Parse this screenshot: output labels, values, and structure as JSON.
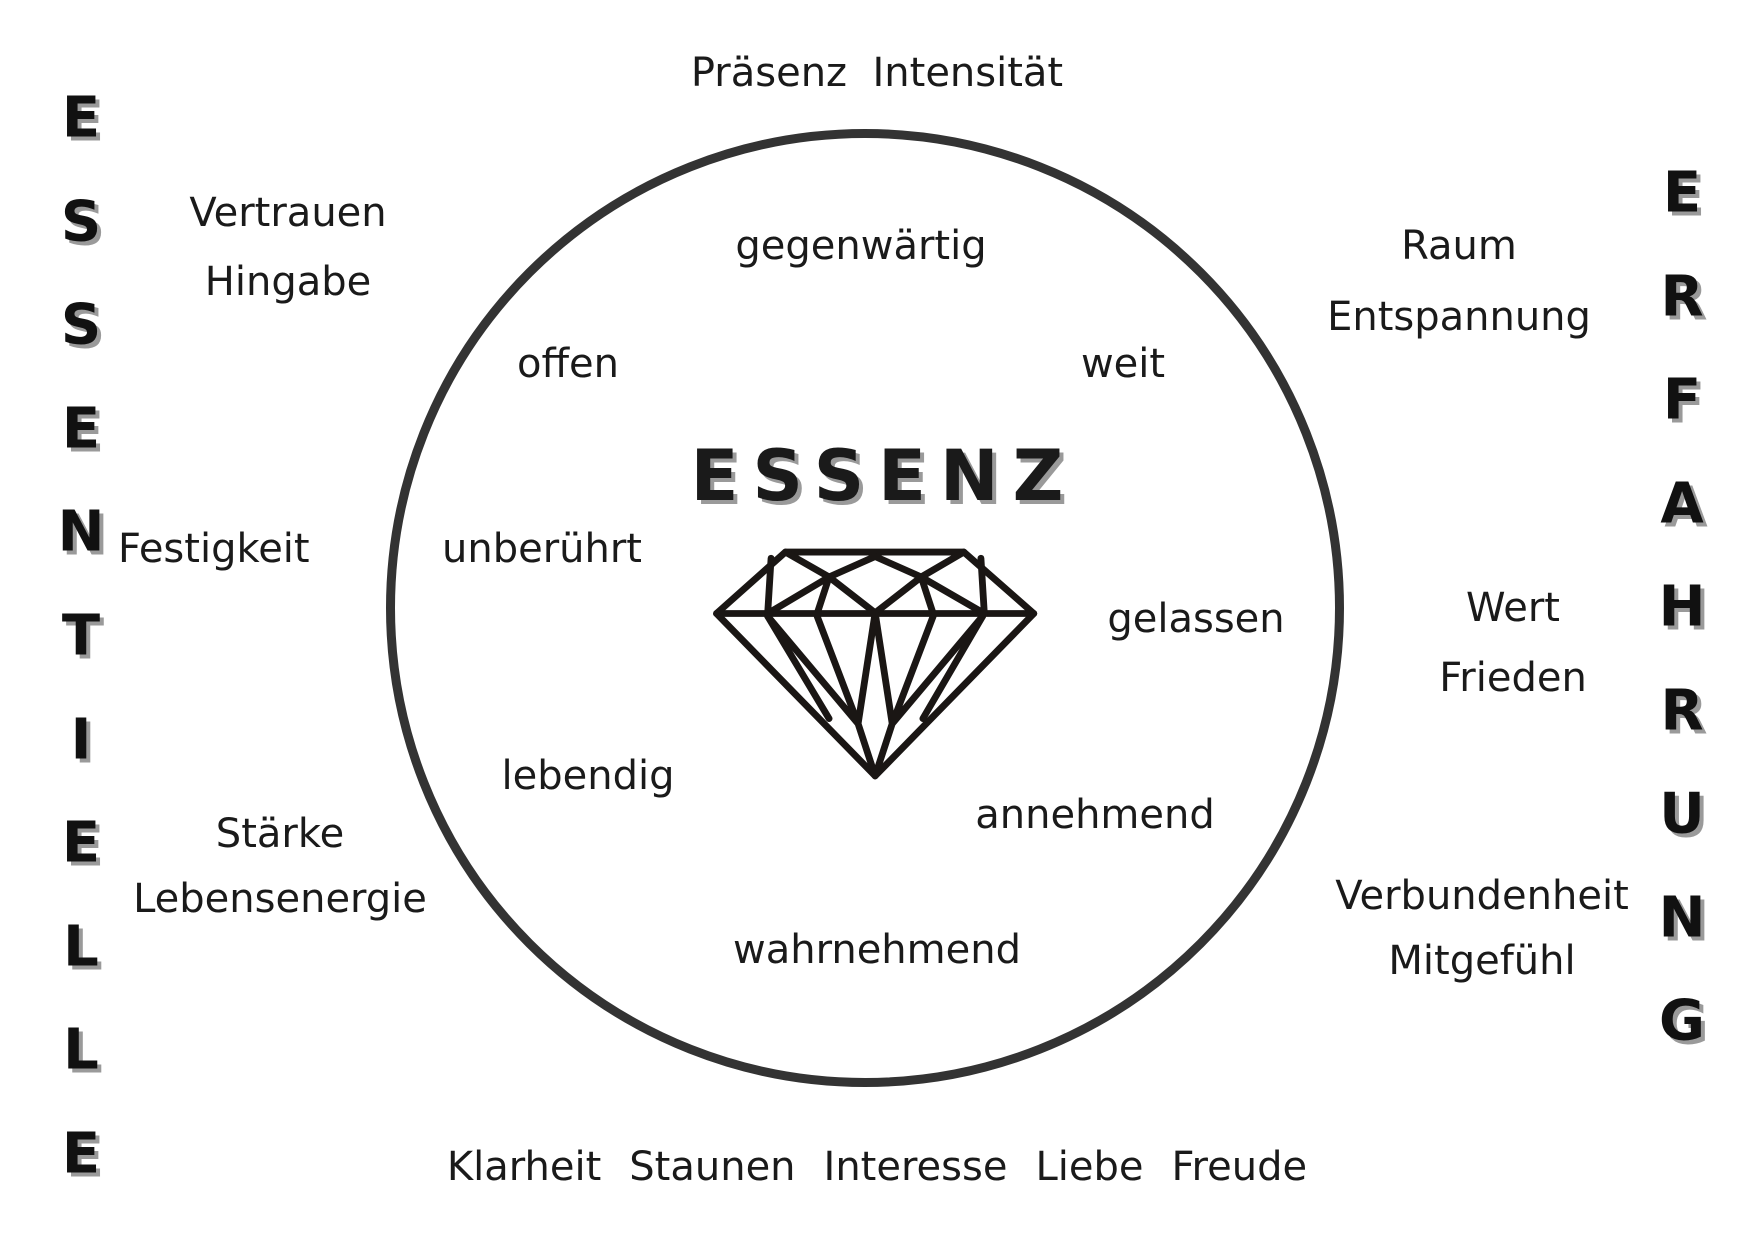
{
  "top_words": [
    "Präsenz",
    "Intensität"
  ],
  "bottom_words": [
    "Klarheit",
    "Staunen",
    "Interesse",
    "Liebe",
    "Freude"
  ],
  "center_title": "ESSENZ",
  "vertical_left": "ESSENTIELLE",
  "vertical_right": "ERFAHRUNG",
  "inner_words": {
    "gegenwaertig": "gegenwärtig",
    "offen": "offen",
    "weit": "weit",
    "unberuehrt": "unberührt",
    "gelassen": "gelassen",
    "lebendig": "lebendig",
    "annehmend": "annehmend",
    "wahrnehmend": "wahrnehmend"
  },
  "outer_words": {
    "vertrauen": "Vertrauen",
    "hingabe": "Hingabe",
    "festigkeit": "Festigkeit",
    "staerke": "Stärke",
    "lebensenergie": "Lebensenergie",
    "raum": "Raum",
    "entspannung": "Entspannung",
    "wert": "Wert",
    "frieden": "Frieden",
    "verbundenheit": "Verbundenheit",
    "mitgefuehl": "Mitgefühl"
  },
  "icon": "diamond-icon"
}
